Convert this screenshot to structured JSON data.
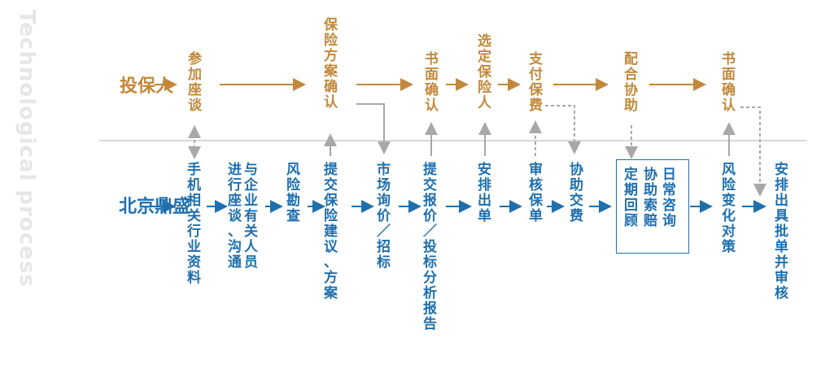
{
  "watermark": "Technological process",
  "colors": {
    "client": "#c2883a",
    "company": "#1f6fae",
    "gray": "#a8a8a8",
    "divider": "#d8d8d8"
  },
  "client_label": "投保人",
  "company_label": "北京鼎盛",
  "client_steps": [
    "参加座谈",
    "保险方案确认",
    "书面确认",
    "选定保险人",
    "支付保费",
    "配合协助",
    "书面确认"
  ],
  "company_steps": [
    [
      "手机相关行业资料"
    ],
    [
      "与企业有关人员",
      "进行座谈、沟通"
    ],
    [
      "风险勘查"
    ],
    [
      "提交保险建议、方案"
    ],
    [
      "市场询价／招标"
    ],
    [
      "提交报价／投标分析报告"
    ],
    [
      "安排出单"
    ],
    [
      "审核保单"
    ],
    [
      "协助交费"
    ],
    [
      "日常咨询",
      "协助索赔",
      "定期回顾"
    ],
    [
      "风险变化对策"
    ],
    [
      "安排出具批单并审核"
    ]
  ]
}
